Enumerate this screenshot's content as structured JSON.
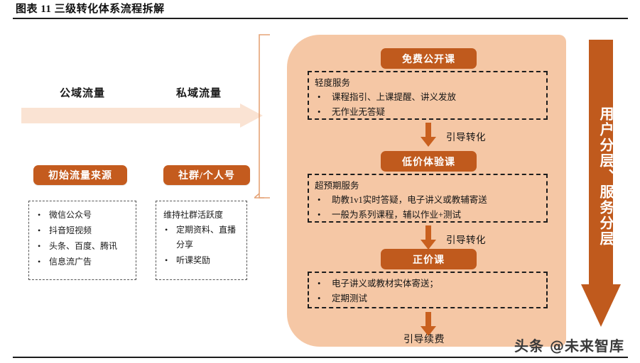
{
  "header": {
    "title": "图表  11 三级转化体系流程拆解"
  },
  "traffic": {
    "public_label": "公域流量",
    "private_label": "私域流量",
    "arrow_name": "public-to-private-flow-arrow",
    "sources": {
      "pill_label": "初始流量来源",
      "items": [
        "微信公众号",
        "抖音短视频",
        "头条、百度、腾讯",
        "信息流广告"
      ]
    },
    "community": {
      "pill_label": "社群/个人号",
      "heading": "维持社群活跃度",
      "items": [
        "定期资料、直播分享",
        "听课奖励"
      ]
    }
  },
  "funnel": {
    "stages": [
      {
        "pill_label": "免费公开课",
        "service_heading": "轻度服务",
        "items": [
          "课程指引、上课提醒、讲义发放",
          "无作业无答疑"
        ]
      },
      {
        "pill_label": "低价体验课",
        "service_heading": "超预期服务",
        "items": [
          "助教1v1实时答疑，电子讲义或教辅寄送",
          "一般为系列课程，辅以作业+测试"
        ]
      },
      {
        "pill_label": "正价课",
        "service_heading": "",
        "items": [
          "电子讲义或教材实体寄送；",
          "定期测试"
        ]
      }
    ],
    "transitions": [
      "引导转化",
      "引导转化"
    ],
    "final_label": "引导续费"
  },
  "segmentation": {
    "label": "用户分层、服务分层"
  },
  "watermark": {
    "text": "头条 @未来智库"
  },
  "colors": {
    "pill_orange": "#C45B1E",
    "panel_peach": "#F5C7A5",
    "flow_arrow_peach": "#FAE3D3",
    "big_arrow_orange": "#C05A1D",
    "rule_dark": "#1c1c1c"
  }
}
